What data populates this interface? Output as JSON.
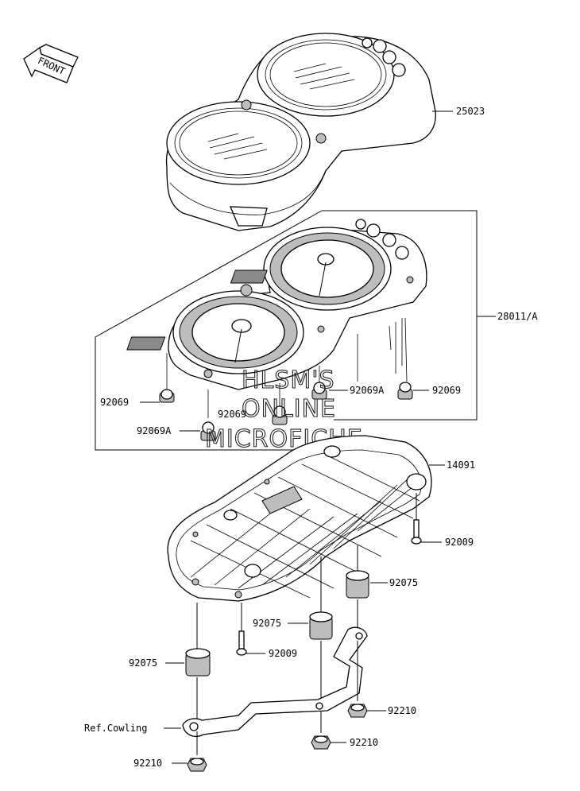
{
  "front_arrow": {
    "text": "FRONT"
  },
  "watermark": {
    "line1": "HLSM'S",
    "line2": "ONLINE",
    "line3": "MICROFICHE"
  },
  "callouts": [
    {
      "id": "c-25023",
      "label": "25023"
    },
    {
      "id": "c-28011a",
      "label": "28011/A"
    },
    {
      "id": "c-92069-l",
      "label": "92069"
    },
    {
      "id": "c-92069a-l",
      "label": "92069A"
    },
    {
      "id": "c-92069-m",
      "label": "92069"
    },
    {
      "id": "c-92069a-r",
      "label": "92069A"
    },
    {
      "id": "c-92069-r",
      "label": "92069"
    },
    {
      "id": "c-14091",
      "label": "14091"
    },
    {
      "id": "c-92009-r",
      "label": "92009"
    },
    {
      "id": "c-92075-r",
      "label": "92075"
    },
    {
      "id": "c-92075-m",
      "label": "92075"
    },
    {
      "id": "c-92009-m",
      "label": "92009"
    },
    {
      "id": "c-92075-l",
      "label": "92075"
    },
    {
      "id": "c-92210-r",
      "label": "92210"
    },
    {
      "id": "c-refcowl",
      "label": "Ref.Cowling"
    },
    {
      "id": "c-92210-m",
      "label": "92210"
    },
    {
      "id": "c-92210-l",
      "label": "92210"
    }
  ]
}
